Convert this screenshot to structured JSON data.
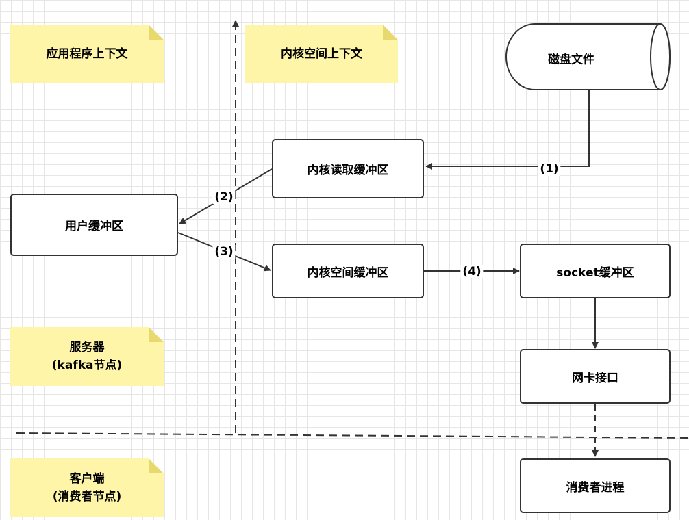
{
  "notes": {
    "app_context": "应用程序上下文",
    "kernel_context": "内核空间上下文",
    "server_line1": "服务器",
    "server_line2": "(kafka节点)",
    "client_line1": "客户端",
    "client_line2": "(消费者节点)"
  },
  "nodes": {
    "disk_file": "磁盘文件",
    "kernel_read_buffer": "内核读取缓冲区",
    "user_buffer": "用户缓冲区",
    "kernel_space_buffer": "内核空间缓冲区",
    "socket_buffer": "socket缓冲区",
    "nic_interface": "网卡接口",
    "consumer_process": "消费者进程"
  },
  "edge_labels": {
    "step1": "(1)",
    "step2": "(2)",
    "step3": "(3)",
    "step4": "(4)"
  },
  "colors": {
    "note_fill": "#fff5a8",
    "line": "#333333"
  }
}
